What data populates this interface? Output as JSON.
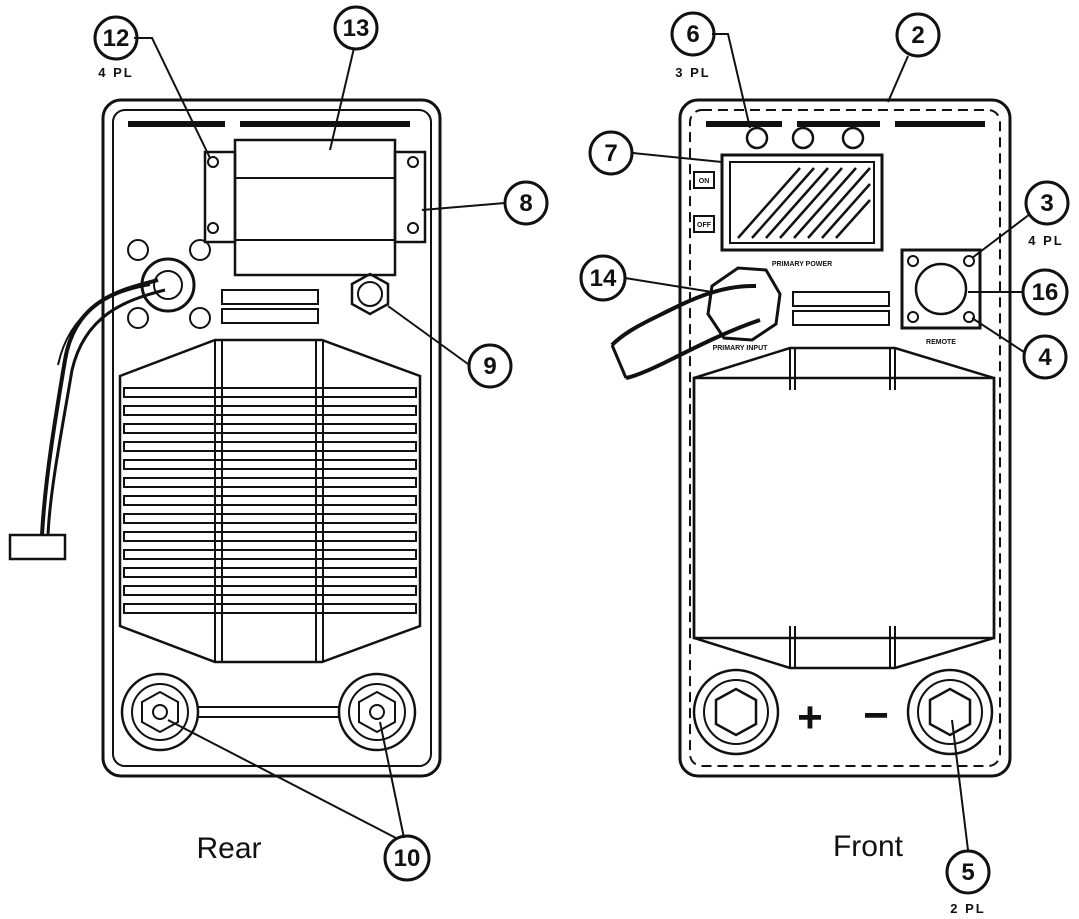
{
  "views": {
    "rear": {
      "title": "Rear"
    },
    "front": {
      "title": "Front"
    }
  },
  "panel_labels": {
    "on": "ON",
    "off": "OFF",
    "primary_power": "PRIMARY POWER",
    "primary_input": "PRIMARY INPUT",
    "remote": "REMOTE",
    "plus": "+",
    "minus": "−"
  },
  "callouts": {
    "c2": {
      "number": "2",
      "qty": ""
    },
    "c3": {
      "number": "3",
      "qty": "4 PL"
    },
    "c4": {
      "number": "4",
      "qty": ""
    },
    "c5": {
      "number": "5",
      "qty": "2 PL"
    },
    "c6": {
      "number": "6",
      "qty": "3 PL"
    },
    "c7": {
      "number": "7",
      "qty": ""
    },
    "c8": {
      "number": "8",
      "qty": ""
    },
    "c9": {
      "number": "9",
      "qty": ""
    },
    "c10": {
      "number": "10",
      "qty": ""
    },
    "c12": {
      "number": "12",
      "qty": "4 PL"
    },
    "c13": {
      "number": "13",
      "qty": ""
    },
    "c14": {
      "number": "14",
      "qty": ""
    },
    "c16": {
      "number": "16",
      "qty": ""
    }
  },
  "colors": {
    "ink": "#111111",
    "background": "#ffffff"
  }
}
